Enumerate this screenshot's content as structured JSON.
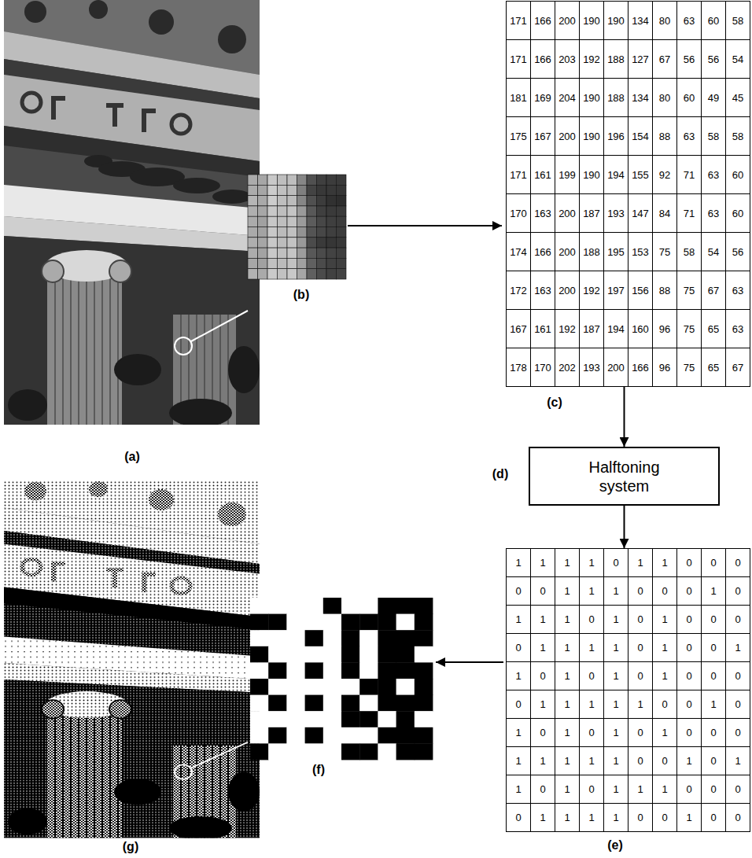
{
  "diagram": {
    "nodes": [
      {
        "text": [
          "171",
          "166",
          "200",
          "190",
          "190",
          "134",
          "80",
          "63",
          "60",
          "58",
          "171",
          "166",
          "203",
          "192",
          "188",
          "127",
          "67",
          "56",
          "56",
          "54",
          "181",
          "169",
          "204",
          "190",
          "188",
          "134",
          "80",
          "60",
          "49",
          "45",
          "175",
          "167",
          "200",
          "190",
          "196",
          "154",
          "88",
          "63",
          "58",
          "58",
          "171",
          "161",
          "199",
          "190",
          "194",
          "155",
          "92",
          "71",
          "63",
          "60",
          "170",
          "163",
          "200",
          "187",
          "193",
          "147",
          "84",
          "71",
          "63",
          "60",
          "174",
          "166",
          "200",
          "188",
          "195",
          "153",
          "75",
          "58",
          "54",
          "56",
          "172",
          "163",
          "200",
          "192",
          "197",
          "156",
          "88",
          "75",
          "67",
          "63",
          "167",
          "161",
          "192",
          "187",
          "194",
          "160",
          "96",
          "75",
          "65",
          "63",
          "178",
          "170",
          "202",
          "193",
          "200",
          "166",
          "96",
          "75",
          "65",
          "67"
        ]
      },
      {
        "text": [
          "Halftoning system"
        ]
      },
      {
        "text": [
          "1",
          "1",
          "1",
          "1",
          "0",
          "1",
          "1",
          "0",
          "0",
          "0",
          "0",
          "0",
          "1",
          "1",
          "1",
          "0",
          "0",
          "0",
          "1",
          "0",
          "1",
          "1",
          "1",
          "0",
          "1",
          "0",
          "1",
          "0",
          "0",
          "0",
          "0",
          "1",
          "1",
          "1",
          "1",
          "0",
          "1",
          "0",
          "0",
          "1",
          "1",
          "0",
          "1",
          "0",
          "1",
          "0",
          "1",
          "0",
          "0",
          "0",
          "0",
          "1",
          "1",
          "1",
          "1",
          "1",
          "0",
          "0",
          "1",
          "0",
          "1",
          "0",
          "1",
          "0",
          "1",
          "0",
          "1",
          "0",
          "0",
          "0",
          "1",
          "1",
          "1",
          "1",
          "1",
          "0",
          "0",
          "1",
          "0",
          "1",
          "1",
          "0",
          "1",
          "0",
          "1",
          "1",
          "1",
          "0",
          "0",
          "0",
          "0",
          "1",
          "1",
          "1",
          "1",
          "0",
          "0",
          "1",
          "0",
          "0"
        ]
      }
    ],
    "edges": [
      {
        "from": 0,
        "to": 1,
        "arrow": "to"
      },
      {
        "from": 1,
        "to": 2,
        "arrow": "to"
      }
    ],
    "labels": [
      "(a)",
      "(b)",
      "(c)",
      "(d)",
      "(e)",
      "(f)",
      "(g)"
    ]
  }
}
